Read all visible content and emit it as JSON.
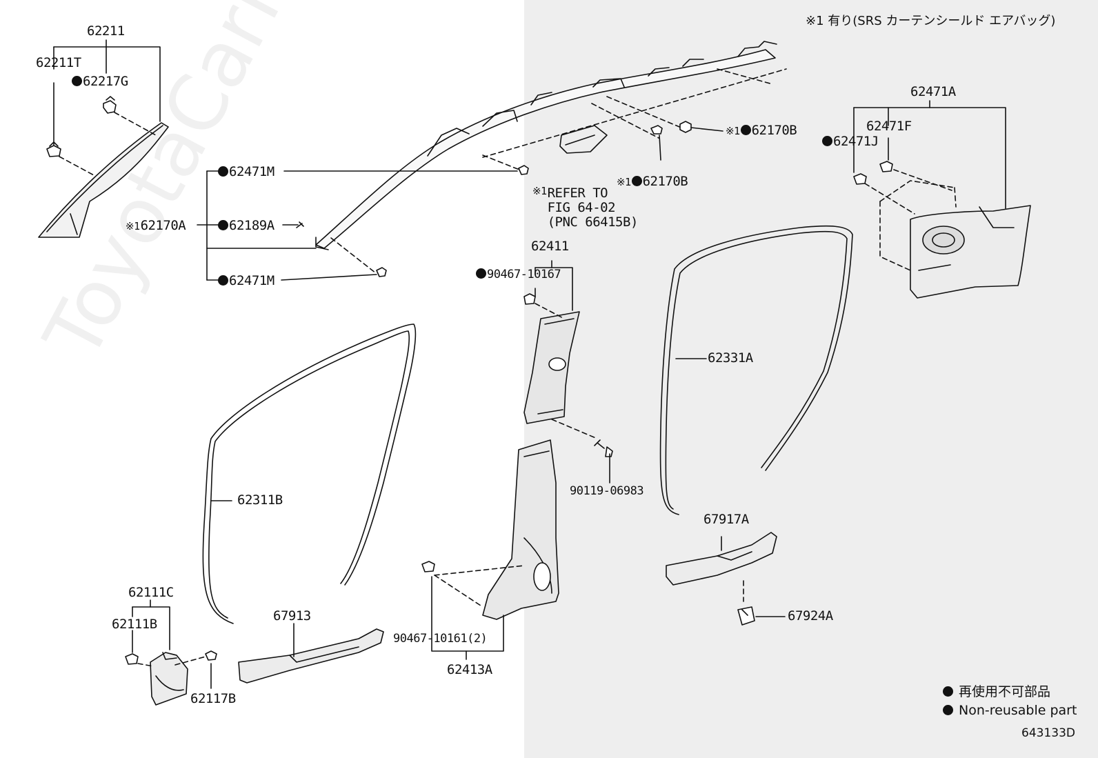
{
  "note": "※1 有り(SRS カーテンシールド エアバッグ)",
  "watermark": "ToyotaCarMine.ru",
  "figure_id": "643133D",
  "legend": {
    "ja": "再使用不可部品",
    "en": "Non-reusable part"
  },
  "ref_mark": "※1",
  "refer_note": "REFER TO\nFIG 64-02\n(PNC 66415B)",
  "parts": {
    "p62211": "62211",
    "p62211T": "62211T",
    "p62217G": "62217G",
    "p62471M_top": "62471M",
    "p62170A": "62170A",
    "p62189A": "62189A",
    "p62471M_bottom": "62471M",
    "p62170B_right": "62170B",
    "p62170B_mid": "62170B",
    "p62471A": "62471A",
    "p62471F": "62471F",
    "p62471J": "62471J",
    "p62411": "62411",
    "p90467_10167": "90467-10167",
    "p90119_06983": "90119-06983",
    "p62331A": "62331A",
    "p62311B": "62311B",
    "p67917A": "67917A",
    "p67924A": "67924A",
    "p62111C": "62111C",
    "p62111B": "62111B",
    "p62117B": "62117B",
    "p67913": "67913",
    "p90467_10161": "90467-10161(2)",
    "p62413A": "62413A"
  }
}
